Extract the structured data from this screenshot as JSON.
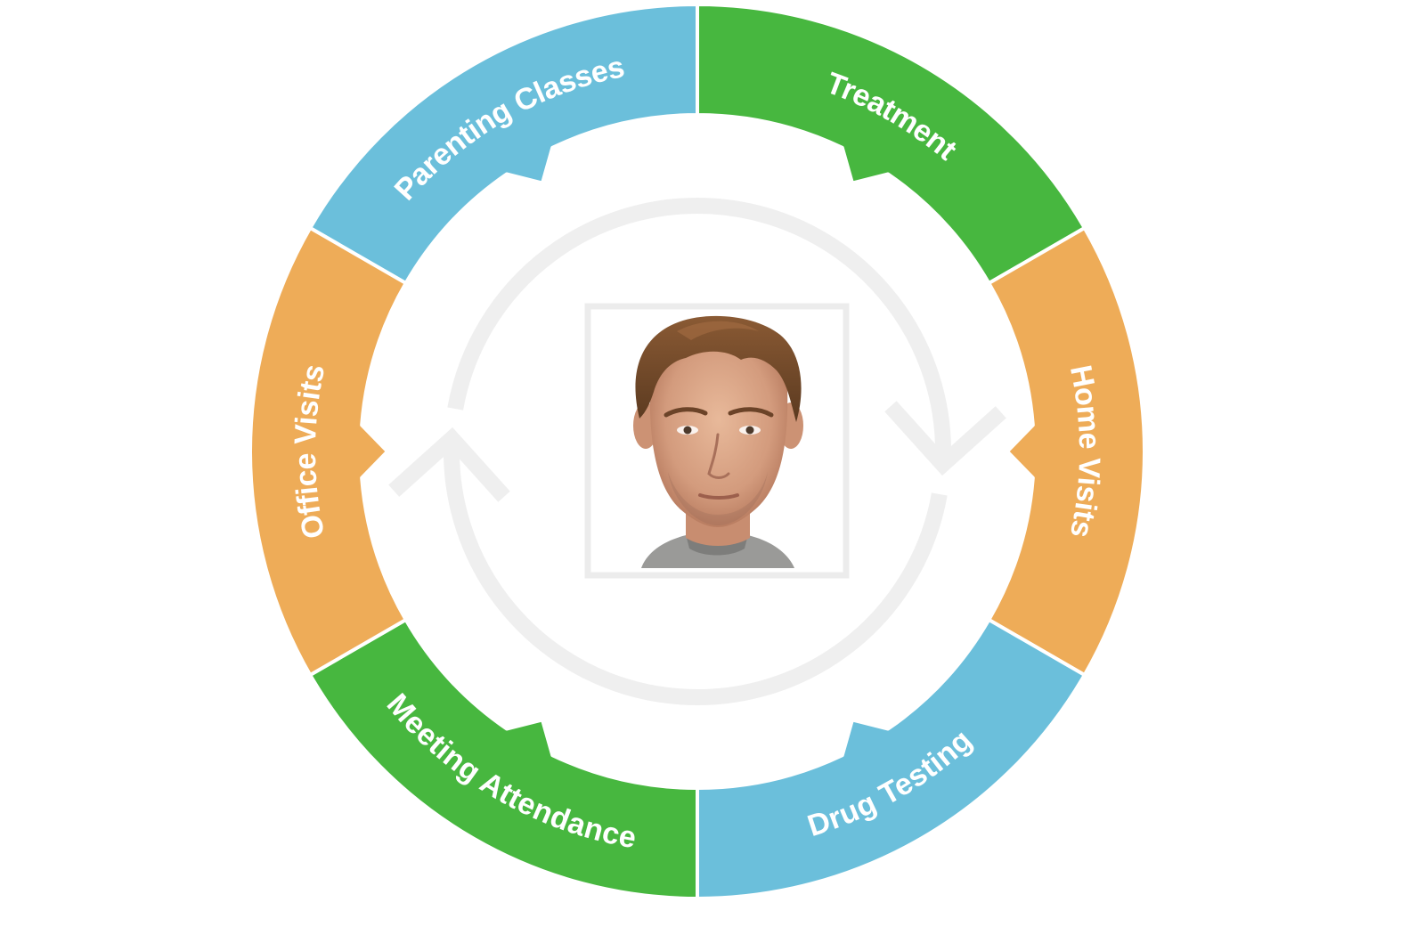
{
  "colors": {
    "blue": "#6bbfdb",
    "green": "#47b73f",
    "orange": "#eeac58",
    "cycle_arrows": "#efefef",
    "frame": "#ececec"
  },
  "segments": [
    {
      "label": "Parenting Classes",
      "color": "blue"
    },
    {
      "label": "Treatment",
      "color": "green"
    },
    {
      "label": "Home Visits",
      "color": "orange"
    },
    {
      "label": "Drug Testing",
      "color": "blue"
    },
    {
      "label": "Meeting Attendance",
      "color": "green"
    },
    {
      "label": "Office Visits",
      "color": "orange"
    }
  ],
  "center": {
    "photo": "man-portrait"
  }
}
